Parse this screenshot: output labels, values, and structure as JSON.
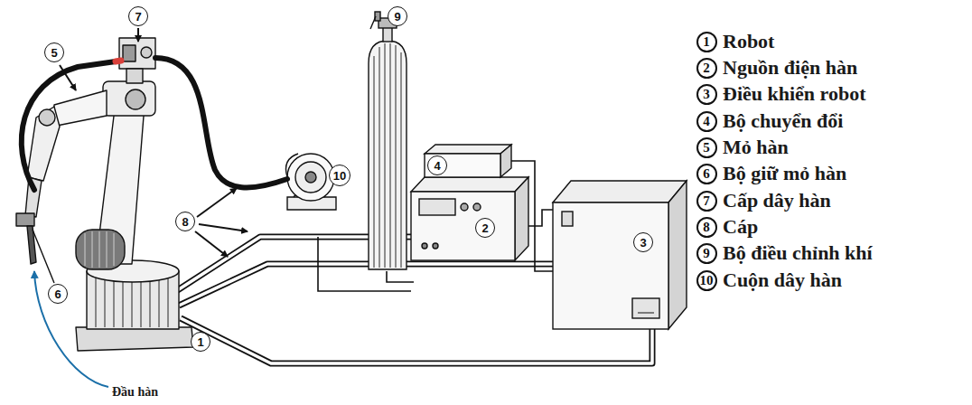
{
  "diagram": {
    "nodes": [
      {
        "text": [
          "7"
        ]
      },
      {
        "text": [
          "9"
        ]
      },
      {
        "text": [
          "5"
        ]
      },
      {
        "text": [
          "4"
        ]
      },
      {
        "text": [
          "10"
        ]
      },
      {
        "text": [
          "8"
        ]
      },
      {
        "text": [
          "2"
        ]
      },
      {
        "text": [
          "3"
        ]
      },
      {
        "text": [
          "6"
        ]
      },
      {
        "text": [
          "1"
        ]
      },
      {
        "text": [
          "1"
        ]
      },
      {
        "text": [
          "2"
        ]
      },
      {
        "text": [
          "3"
        ]
      },
      {
        "text": [
          "4"
        ]
      },
      {
        "text": [
          "5"
        ]
      },
      {
        "text": [
          "6"
        ]
      },
      {
        "text": [
          "7"
        ]
      },
      {
        "text": [
          "8"
        ]
      },
      {
        "text": [
          "9"
        ]
      },
      {
        "text": [
          "10"
        ]
      }
    ],
    "labels": [
      "Robot",
      "Nguồn điện hàn",
      "Điều khiển robot",
      "Bộ chuyển đổi",
      "Mỏ hàn",
      "Bộ giữ mỏ hàn",
      "Cấp dây hàn",
      "Cáp",
      "Bộ điều chỉnh khí",
      "Cuộn dây hàn",
      "Đầu hàn"
    ]
  }
}
